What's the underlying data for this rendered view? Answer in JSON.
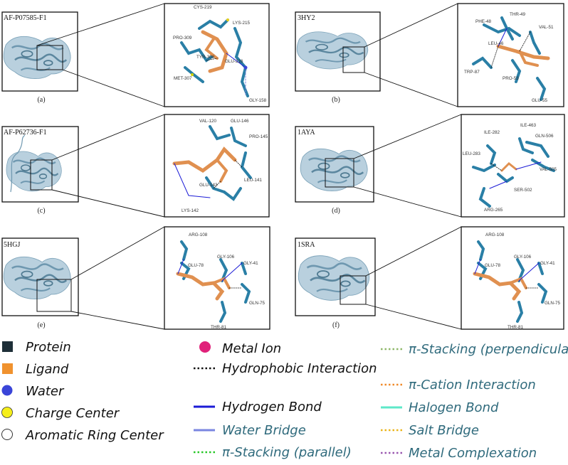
{
  "panels": [
    {
      "caption": "(a)",
      "structure_id": "AF-P07585-F1",
      "residues": [
        "CYS-219",
        "LYS-215",
        "PRO-309",
        "TYR-308",
        "GLU-216",
        "MET-307",
        "GLY-158"
      ]
    },
    {
      "caption": "(b)",
      "structure_id": "3HY2",
      "residues": [
        "THR-49",
        "PHE-48",
        "VAL-51",
        "LEU-46",
        "TRP-87",
        "PRO-53",
        "GLU-55"
      ]
    },
    {
      "caption": "(c)",
      "structure_id": "AF-P62736-F1",
      "residues": [
        "VAL-120",
        "GLU-146",
        "PRO-145",
        "LEU-141",
        "GLU-143",
        "LYS-142"
      ]
    },
    {
      "caption": "(d)",
      "structure_id": "1AYA",
      "residues": [
        "ILE-463",
        "ILE-282",
        "GLN-506",
        "LEU-283",
        "VAL-505",
        "SER-502",
        "ARG-265"
      ]
    },
    {
      "caption": "(e)",
      "structure_id": "5HGJ",
      "residues": [
        "ARG-108",
        "GLY-106",
        "GLU-78",
        "GLY-41",
        "GLN-75",
        "THR-81"
      ]
    },
    {
      "caption": "(f)",
      "structure_id": "1SRA",
      "residues": [
        "ARG-108",
        "GLY-106",
        "GLU-78",
        "GLY-41",
        "GLN-75",
        "THR-81"
      ]
    }
  ],
  "legend": {
    "col1": [
      {
        "label": "Protein",
        "swatch": "square",
        "color": "#1e2f38"
      },
      {
        "label": "Ligand",
        "swatch": "square",
        "color": "#f0922e"
      },
      {
        "label": "Water",
        "swatch": "circle",
        "color": "#3a45d8"
      },
      {
        "label": "Charge Center",
        "swatch": "circle",
        "color": "#f5ee1a"
      },
      {
        "label": "Aromatic Ring Center",
        "swatch": "circle",
        "color": "#ffffff"
      }
    ],
    "col2": [
      {
        "label": "Metal Ion",
        "swatch": "circle",
        "color": "#e0217a"
      },
      {
        "label": "Hydrophobic Interaction",
        "swatch": "dots",
        "color": "#111111"
      },
      {
        "label": "Hydrogen Bond",
        "swatch": "line",
        "color": "#1b1bd6"
      },
      {
        "label": "Water Bridge",
        "swatch": "line",
        "color": "#7a86e0"
      },
      {
        "label": "π-Stacking (parallel)",
        "swatch": "dots",
        "color": "#28c828"
      }
    ],
    "col3": [
      {
        "label": "π-Stacking (perpendicular)",
        "swatch": "dots",
        "color": "#8fb86a"
      },
      {
        "label": "π-Cation Interaction",
        "swatch": "dots",
        "color": "#f08a2a"
      },
      {
        "label": "Halogen Bond",
        "swatch": "line",
        "color": "#5ee8c8"
      },
      {
        "label": "Salt Bridge",
        "swatch": "dots",
        "color": "#eab41a"
      },
      {
        "label": "Metal Complexation",
        "swatch": "dots",
        "color": "#9a58b0"
      }
    ],
    "text_colors": {
      "col1": "#111111",
      "col2": "#111111",
      "col3": "#2f6a7c"
    }
  },
  "colors": {
    "protein": "#a8c4d6",
    "stick": "#2a7fa6",
    "ligand": "#e09050",
    "oxygen": "#d33",
    "nitrogen": "#33b"
  }
}
